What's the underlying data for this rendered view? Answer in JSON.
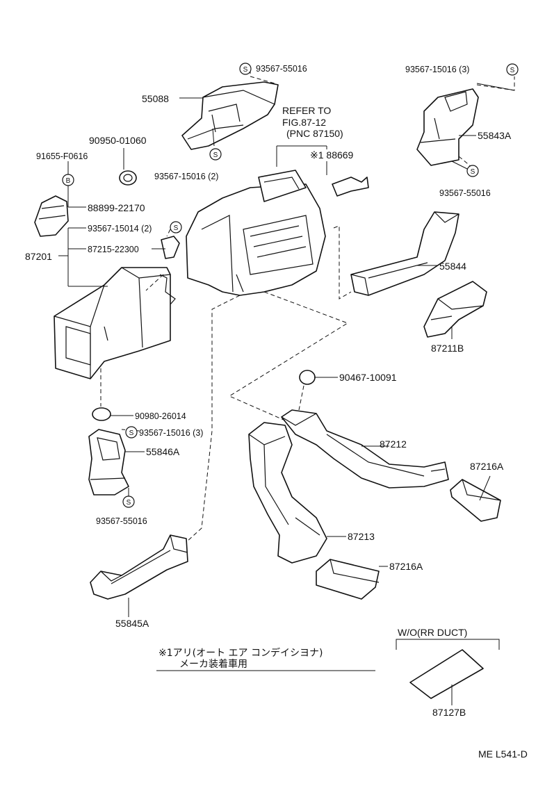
{
  "labels": {
    "p55088": "55088",
    "p9356755016_top": "93567-55016",
    "p9356715016_2": "93567-15016 (2)",
    "p9095001060": "90950-01060",
    "p91655F0616": "91655-F0616",
    "p8889922170": "88899-22170",
    "p9356715014_2": "93567-15014 (2)",
    "p8721522300": "87215-22300",
    "p87201": "87201",
    "p9356715016_3_tr": "93567-15016 (3)",
    "p55843A": "55843A",
    "p9356755016_tr": "93567-55016",
    "refer1": "REFER TO",
    "refer2": "FIG.87-12",
    "refer3": "(PNC 87150)",
    "p188669": "※1 88669",
    "p55844": "55844",
    "p87211B": "87211B",
    "p9046710091": "90467-10091",
    "p9098026014": "90980-26014",
    "p9356715016_3_l": "93567-15016 (3)",
    "p55846A": "55846A",
    "p9356755016_l": "93567-55016",
    "p87212": "87212",
    "p87216A_1": "87216A",
    "p87213": "87213",
    "p87216A_2": "87216A",
    "p55845A": "55845A",
    "note_line1": "※1アリ(オート エア コンデイシヨナ)",
    "note_line2": "メーカ装着車用",
    "wo": "W/O(RR DUCT)",
    "p87127B": "87127B",
    "footer": "ME L541-D"
  },
  "symbols": {
    "s": "S",
    "b": "B"
  }
}
